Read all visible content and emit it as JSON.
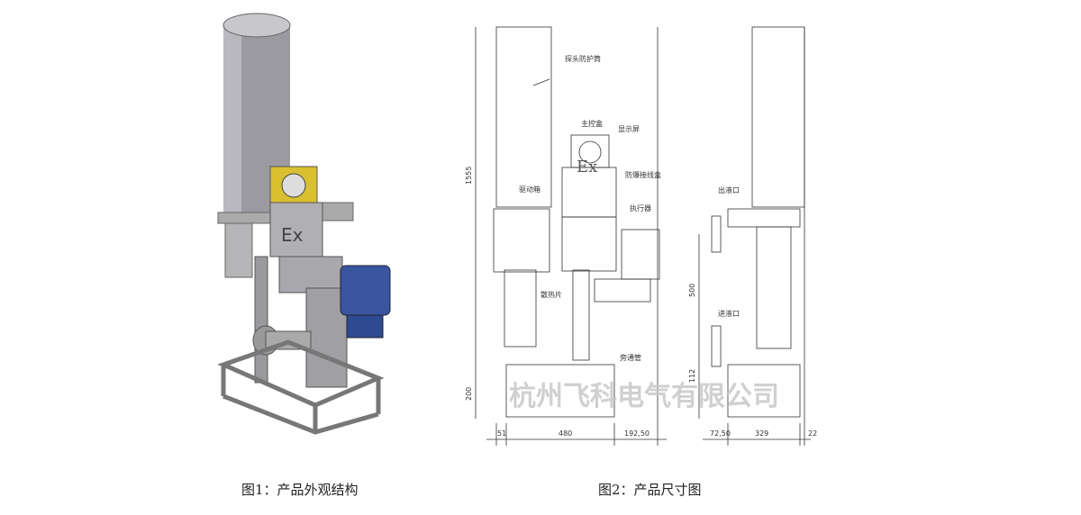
{
  "figure1": {
    "caption": "图1：产品外观结构",
    "ex_mark": "Ex"
  },
  "figure2": {
    "caption": "图2：产品尺寸图",
    "ex_mark": "Ex",
    "labels": {
      "probe_guard": "探头防护筒",
      "main_box": "主控盒",
      "display": "显示屏",
      "explosion_box": "防爆接线盒",
      "driver": "驱动箱",
      "actuator": "执行器",
      "heatsink": "散热片",
      "bypass": "旁通管",
      "outlet": "出液口",
      "inlet": "进液口"
    },
    "dimensions": {
      "height": "1555",
      "base": "200",
      "left": "51",
      "width": "480",
      "right": "192,50",
      "side_mid": "500",
      "side_low": "112",
      "side_left": "72,50",
      "side_width": "329",
      "side_right": "22"
    },
    "watermark": "杭州飞科电气有限公司"
  }
}
